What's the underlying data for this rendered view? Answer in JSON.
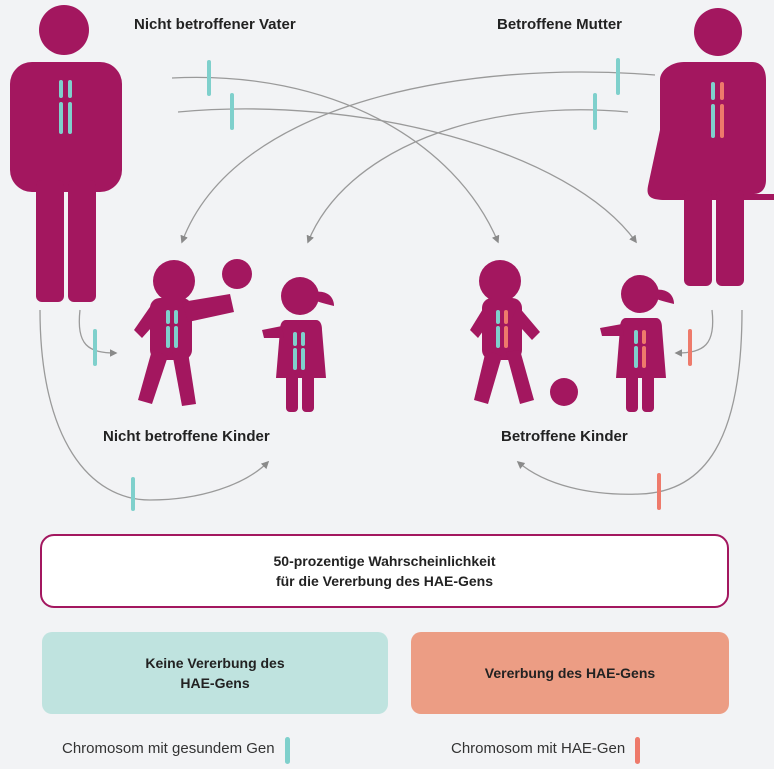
{
  "labels": {
    "father": "Nicht betroffener Vater",
    "mother": "Betroffene Mutter",
    "unaffected_children": "Nicht betroffene Kinder",
    "affected_children": "Betroffene Kinder"
  },
  "probability": {
    "line1": "50-prozentige Wahrscheinlichkeit",
    "line2": "für die Vererbung des HAE-Gens"
  },
  "boxes": {
    "no_inheritance_line1": "Keine Vererbung des",
    "no_inheritance_line2": "HAE-Gens",
    "inheritance": "Vererbung des HAE-Gens"
  },
  "legend": {
    "healthy": "Chromosom mit gesundem Gen",
    "hae": "Chromosom mit HAE-Gen"
  },
  "colors": {
    "figure": "#a3175f",
    "healthy_gene": "#7fd0cc",
    "hae_gene": "#ee7a6b",
    "arrow": "#9a9a9a",
    "box_border": "#a3175f",
    "box_no_inheritance": "#bfe3df",
    "box_inheritance": "#ec9d84",
    "background": "#f2f3f5"
  },
  "icons": {
    "father": "man-figure-icon",
    "mother": "woman-figure-icon",
    "boy_unaffected": "boy-with-ball-icon",
    "girl_unaffected": "girl-icon",
    "boy_affected": "boy-kicking-ball-icon",
    "girl_affected": "girl-icon"
  }
}
